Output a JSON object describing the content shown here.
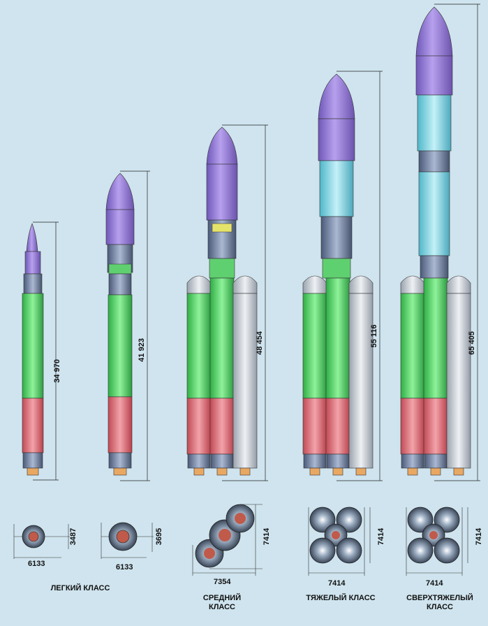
{
  "classes": [
    {
      "name": "ЛЕГКИЙ КЛАСС",
      "height": "34 970",
      "plan_width": "6133",
      "plan_height": "3487"
    },
    {
      "name": "",
      "height": "41 923",
      "plan_width": "6133",
      "plan_height": "3695"
    },
    {
      "name_line1": "СРЕДНИЙ",
      "name_line2": "КЛАСС",
      "height": "48 454",
      "plan_width": "7354",
      "plan_height": "7414"
    },
    {
      "name": "ТЯЖЕЛЫЙ КЛАСС",
      "height": "55 116",
      "plan_width": "7414",
      "plan_height": "7414"
    },
    {
      "name_line1": "СВЕРХТЯЖЕЛЫЙ",
      "name_line2": "КЛАСС",
      "height": "65 405",
      "plan_width": "7414",
      "plan_height": "7414"
    }
  ],
  "colors": {
    "background": "#cfe4ee",
    "fairing": "#9a7fd6",
    "fuel_tank": "#57d468",
    "oxidizer_tank": "#e0727c",
    "upper_tank": "#8fdbe8",
    "booster_grey": "#c9ced6",
    "engine": "#f2c58a"
  }
}
